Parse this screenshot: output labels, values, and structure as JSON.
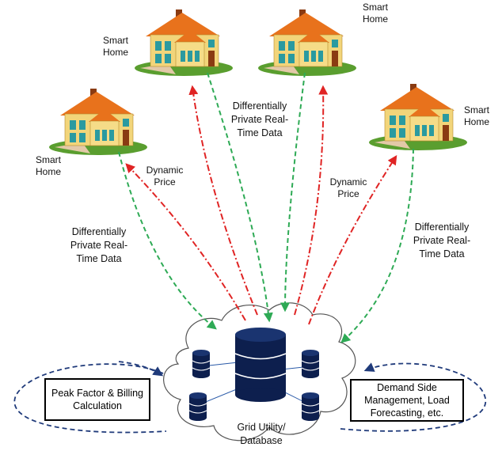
{
  "houses": [
    {
      "label": "Smart Home"
    },
    {
      "label": "Smart Home"
    },
    {
      "label": "Smart Home"
    },
    {
      "label": "Smart Home"
    }
  ],
  "arrows": {
    "data_left": "Differentially Private Real-Time Data",
    "data_center": "Differentially Private Real-Time Data",
    "data_right": "Differentially Private Real-Time Data",
    "price_left": "Dynamic Price",
    "price_right": "Dynamic Price"
  },
  "cloud": {
    "label": "Grid Utility/ Database"
  },
  "boxes": {
    "left": "Peak Factor & Billing Calculation",
    "right": "Demand Side Management, Load Forecasting, etc."
  },
  "colors": {
    "data_arrow": "#2eaa55",
    "price_arrow": "#e02424",
    "feedback_arrow": "#1f3a7a",
    "database": "#0d1f4e",
    "roof": "#e8721c",
    "wall": "#f2d57a",
    "grass": "#5a9e2f"
  }
}
